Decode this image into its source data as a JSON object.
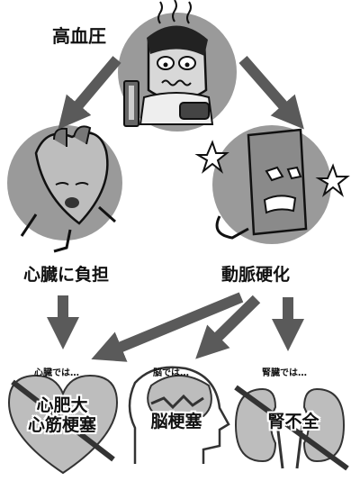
{
  "labels": {
    "top": "高血圧",
    "heart": "心臓に負担",
    "artery": "動脈硬化"
  },
  "small_labels": {
    "heart": "心臓では…",
    "brain": "脳では…",
    "kidney": "腎臓では…"
  },
  "outcomes": {
    "heart_line1": "心肥大",
    "heart_line2": "心筋梗塞",
    "brain": "脳梗塞",
    "kidney": "腎不全"
  },
  "colors": {
    "arrow": "#5a5a5a",
    "circle": "#9a9a9a",
    "dark": "#555555",
    "light": "#cfcfcf"
  },
  "icons": [
    "sick-man-icon",
    "heart-character-icon",
    "artery-character-icon",
    "heart-outline-icon",
    "head-brain-icon",
    "kidney-icon"
  ]
}
